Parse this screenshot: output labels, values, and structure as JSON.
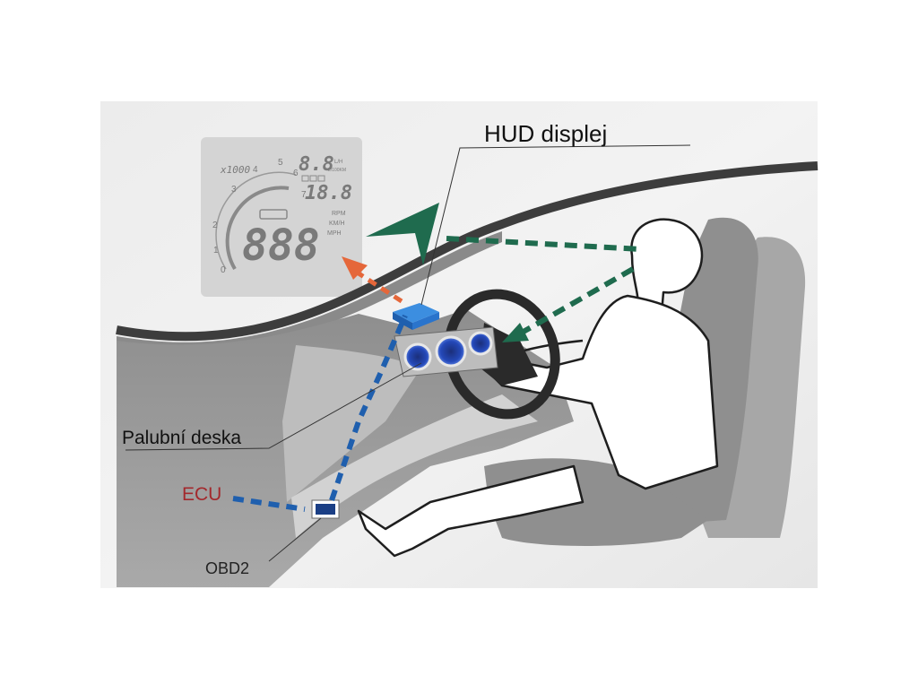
{
  "labels": {
    "hud": "HUD displej",
    "dashboard": "Palubní deska",
    "ecu": "ECU",
    "obd": "OBD2"
  },
  "hud_screen": {
    "multiplier": "x1000",
    "tach_ticks": [
      "0",
      "1",
      "2",
      "3",
      "4",
      "5",
      "6",
      "7"
    ],
    "speed_digits": "888",
    "top_digits": "8.8",
    "mid_digits": "18.8",
    "unit_top": "L/H",
    "unit_fuel": "L/100KM",
    "unit_rpm": "RPM",
    "unit_kmh": "KM/H",
    "unit_mph": "MPH"
  },
  "colors": {
    "obd_line": "#1f5fae",
    "sight_line": "#1f6b4e",
    "projection": "#e5673a",
    "ecu_text": "#a3282c",
    "interior_dark": "#8c8c8c",
    "seat": "#9b9b9b"
  }
}
